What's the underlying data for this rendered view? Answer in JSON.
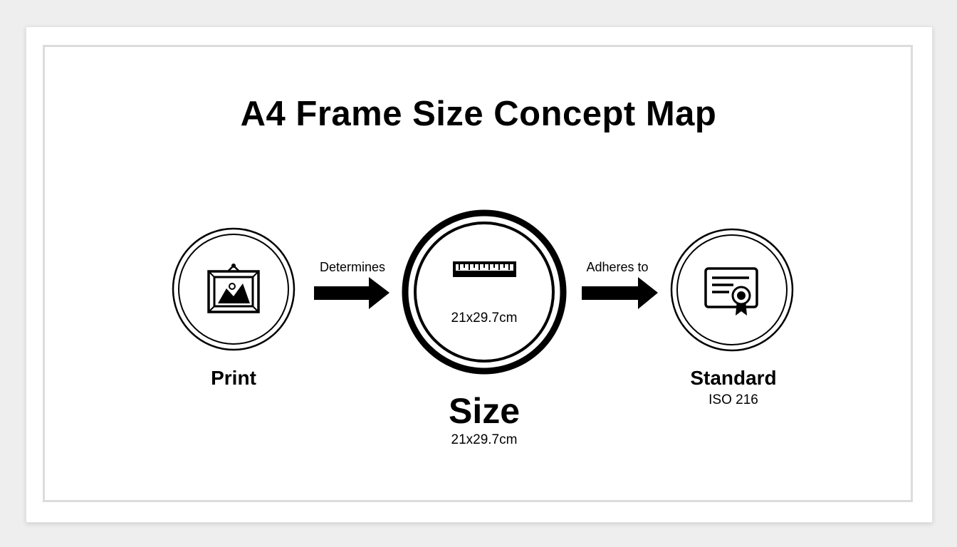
{
  "title": "A4 Frame Size Concept Map",
  "nodes": {
    "print": {
      "label": "Print",
      "icon": "framed-picture-icon"
    },
    "size": {
      "label": "Size",
      "inner_text": "21x29.7cm",
      "sub_label": "21x29.7cm",
      "icon": "ruler-icon"
    },
    "standard": {
      "label": "Standard",
      "sub_label": "ISO 216",
      "icon": "certificate-icon"
    }
  },
  "edges": [
    {
      "from": "print",
      "to": "size",
      "label": "Determines"
    },
    {
      "from": "size",
      "to": "standard",
      "label": "Adheres to"
    }
  ],
  "colors": {
    "ink": "#000000",
    "paper": "#ffffff",
    "backdrop": "#eeeeee"
  }
}
